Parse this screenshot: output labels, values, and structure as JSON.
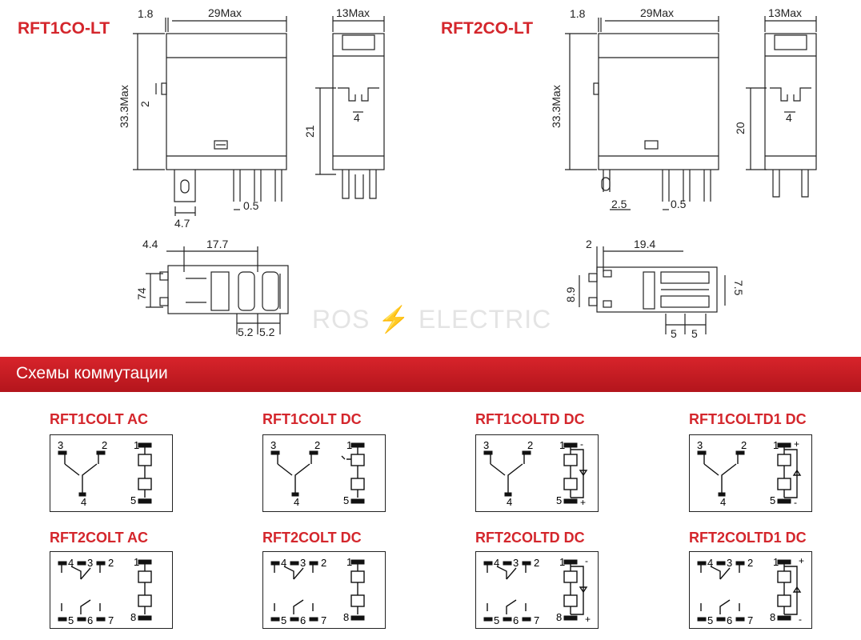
{
  "models": {
    "left": "RFT1CO-LT",
    "right": "RFT2CO-LT"
  },
  "dims_left": {
    "offset": "1.8",
    "length": "29Max",
    "width": "13Max",
    "height": "33.3Max",
    "small": "2",
    "pin_h": "21",
    "pin_gap": "4",
    "pin_w": "4.7",
    "pin_t": "0.5",
    "b_off": "4.4",
    "b_len": "17.7",
    "b_h": "74",
    "b_p1": "5.2",
    "b_p2": "5.2"
  },
  "dims_right": {
    "offset": "1.8",
    "length": "29Max",
    "width": "13Max",
    "height": "33.3Max",
    "pin_h": "20",
    "pin_gap": "4",
    "pin_w": "2.5",
    "pin_t": "0.5",
    "b_off": "2",
    "b_len": "19.4",
    "b_h": "8.9",
    "b_h2": "7.5",
    "b_p1": "5",
    "b_p2": "5"
  },
  "watermark": "ROS ⚡ ELECTRIC",
  "section_title": "Схемы коммутации",
  "schemes": [
    {
      "title": "RFT1COLT AC"
    },
    {
      "title": "RFT1COLT DC"
    },
    {
      "title": "RFT1COLTD DC"
    },
    {
      "title": "RFT1COLTD1 DC"
    },
    {
      "title": "RFT2COLT AC"
    },
    {
      "title": "RFT2COLT DC"
    },
    {
      "title": "RFT2COLTD DC"
    },
    {
      "title": "RFT2COLTD1 DC"
    }
  ],
  "pins1": {
    "a": "3",
    "b": "2",
    "c": "1",
    "d": "4",
    "e": "5",
    "plus": "+",
    "minus": "-"
  },
  "pins2": {
    "a": "4",
    "b": "3",
    "c": "2",
    "d": "1",
    "e": "5",
    "f": "6",
    "g": "7",
    "h": "8",
    "plus": "+",
    "minus": "-"
  },
  "colors": {
    "accent": "#d4262c",
    "line": "#222222"
  }
}
